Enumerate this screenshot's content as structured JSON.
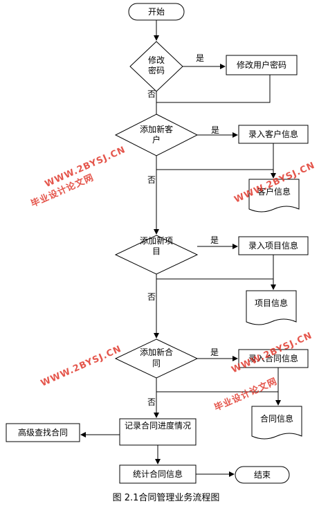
{
  "flowchart": {
    "nodes": {
      "start": "开始",
      "q_modify_pwd": [
        "修改",
        "密码"
      ],
      "modify_user_pwd": "修改用户密码",
      "q_add_customer": [
        "添加新客",
        "户"
      ],
      "input_customer": "录入客户信息",
      "customer_info": "客户信息",
      "q_add_project": [
        "添加新项",
        "目"
      ],
      "input_project": "录入项目信息",
      "project_info": "项目信息",
      "q_add_contract": [
        "添加新合",
        "同"
      ],
      "input_contract": "录入合同信息",
      "contract_info": "合同信息",
      "record_progress": "记录合同进度情况",
      "advanced_search": "高级查找合同",
      "stats": "统计合同信息",
      "end": "结束"
    },
    "edge_labels": {
      "yes": "是",
      "no": "否"
    }
  },
  "watermark": {
    "site": "WWW.2BYSJ.CN",
    "brand": "毕业设计论文网"
  },
  "caption": "图 2.1合同管理业务流程图"
}
